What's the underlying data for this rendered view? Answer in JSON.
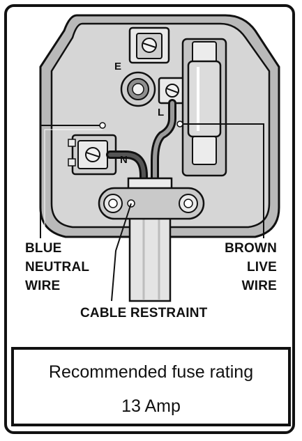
{
  "labels": {
    "earth": "E",
    "live_terminal": "L",
    "neutral_terminal": "N",
    "blue_wire": [
      "BLUE",
      "NEUTRAL",
      "WIRE"
    ],
    "brown_wire": [
      "BROWN",
      "LIVE",
      "WIRE"
    ],
    "cable_restraint": "CABLE RESTRAINT"
  },
  "fuse_info": {
    "line1": "Recommended fuse rating",
    "line2": "13 Amp"
  }
}
